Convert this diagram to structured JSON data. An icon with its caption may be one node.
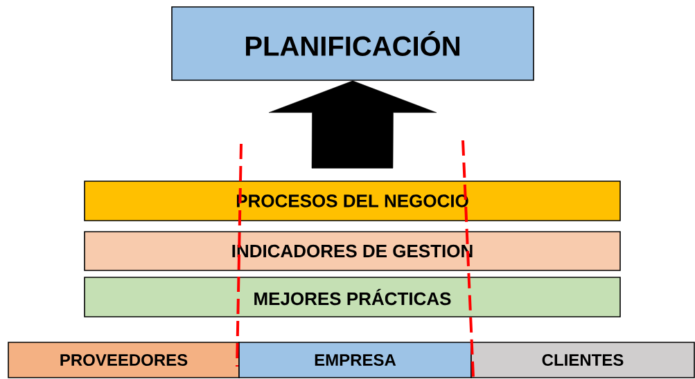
{
  "diagram": {
    "nodes": [
      {
        "text": [
          "PLANIFICACIÓN"
        ]
      },
      {
        "text": [
          "PROCESOS DEL NEGOCIO"
        ]
      },
      {
        "text": [
          "INDICADORES DE GESTION"
        ]
      },
      {
        "text": [
          "MEJORES PRÁCTICAS"
        ]
      },
      {
        "text": [
          "PROVEEDORES"
        ]
      },
      {
        "text": [
          "EMPRESA"
        ]
      },
      {
        "text": [
          "CLIENTES"
        ]
      }
    ],
    "edges": [
      {
        "from": 1,
        "to": 0,
        "arrow": "to"
      }
    ]
  }
}
